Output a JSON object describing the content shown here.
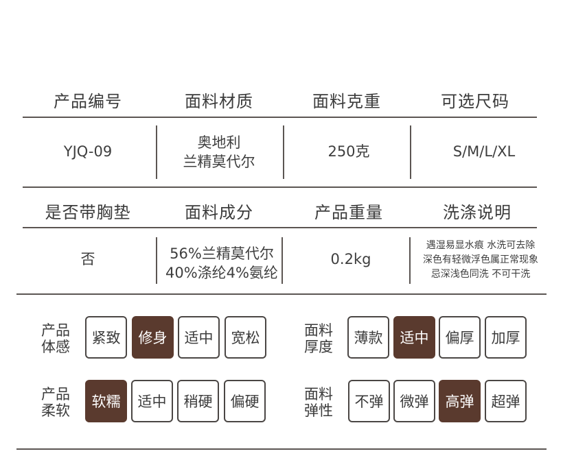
{
  "table": {
    "row1": {
      "headers": [
        "产品编号",
        "面料材质",
        "面料克重",
        "可选尺码"
      ],
      "values": [
        "YJQ-09",
        [
          "奥地利",
          "兰精莫代尔"
        ],
        "250克",
        "S/M/L/XL"
      ]
    },
    "row2": {
      "headers": [
        "是否带胸垫",
        "面料成分",
        "产品重量",
        "洗涤说明"
      ],
      "values": [
        "否",
        [
          "56%兰精莫代尔",
          "40%涤纶4%氨纶"
        ],
        "0.2kg",
        [
          "遇湿易显水痕 水洗可去除",
          "深色有轻微浮色属正常现象",
          "忌深浅色同洗 不可干洗"
        ]
      ]
    }
  },
  "attributes": {
    "fit": {
      "label": [
        "产品",
        "体感"
      ],
      "options": [
        "紧致",
        "修身",
        "适中",
        "宽松"
      ],
      "selected": "修身"
    },
    "thickness": {
      "label": [
        "面料",
        "厚度"
      ],
      "options": [
        "薄款",
        "适中",
        "偏厚",
        "加厚"
      ],
      "selected": "适中"
    },
    "softness": {
      "label": [
        "产品",
        "柔软"
      ],
      "options": [
        "软糯",
        "适中",
        "稍硬",
        "偏硬"
      ],
      "selected": "软糯"
    },
    "elasticity": {
      "label": [
        "面料",
        "弹性"
      ],
      "options": [
        "不弹",
        "微弹",
        "高弹",
        "超弹"
      ],
      "selected": "高弹"
    }
  },
  "colors": {
    "selected_bg": "#5a3a2e",
    "line": "#5b5552"
  }
}
